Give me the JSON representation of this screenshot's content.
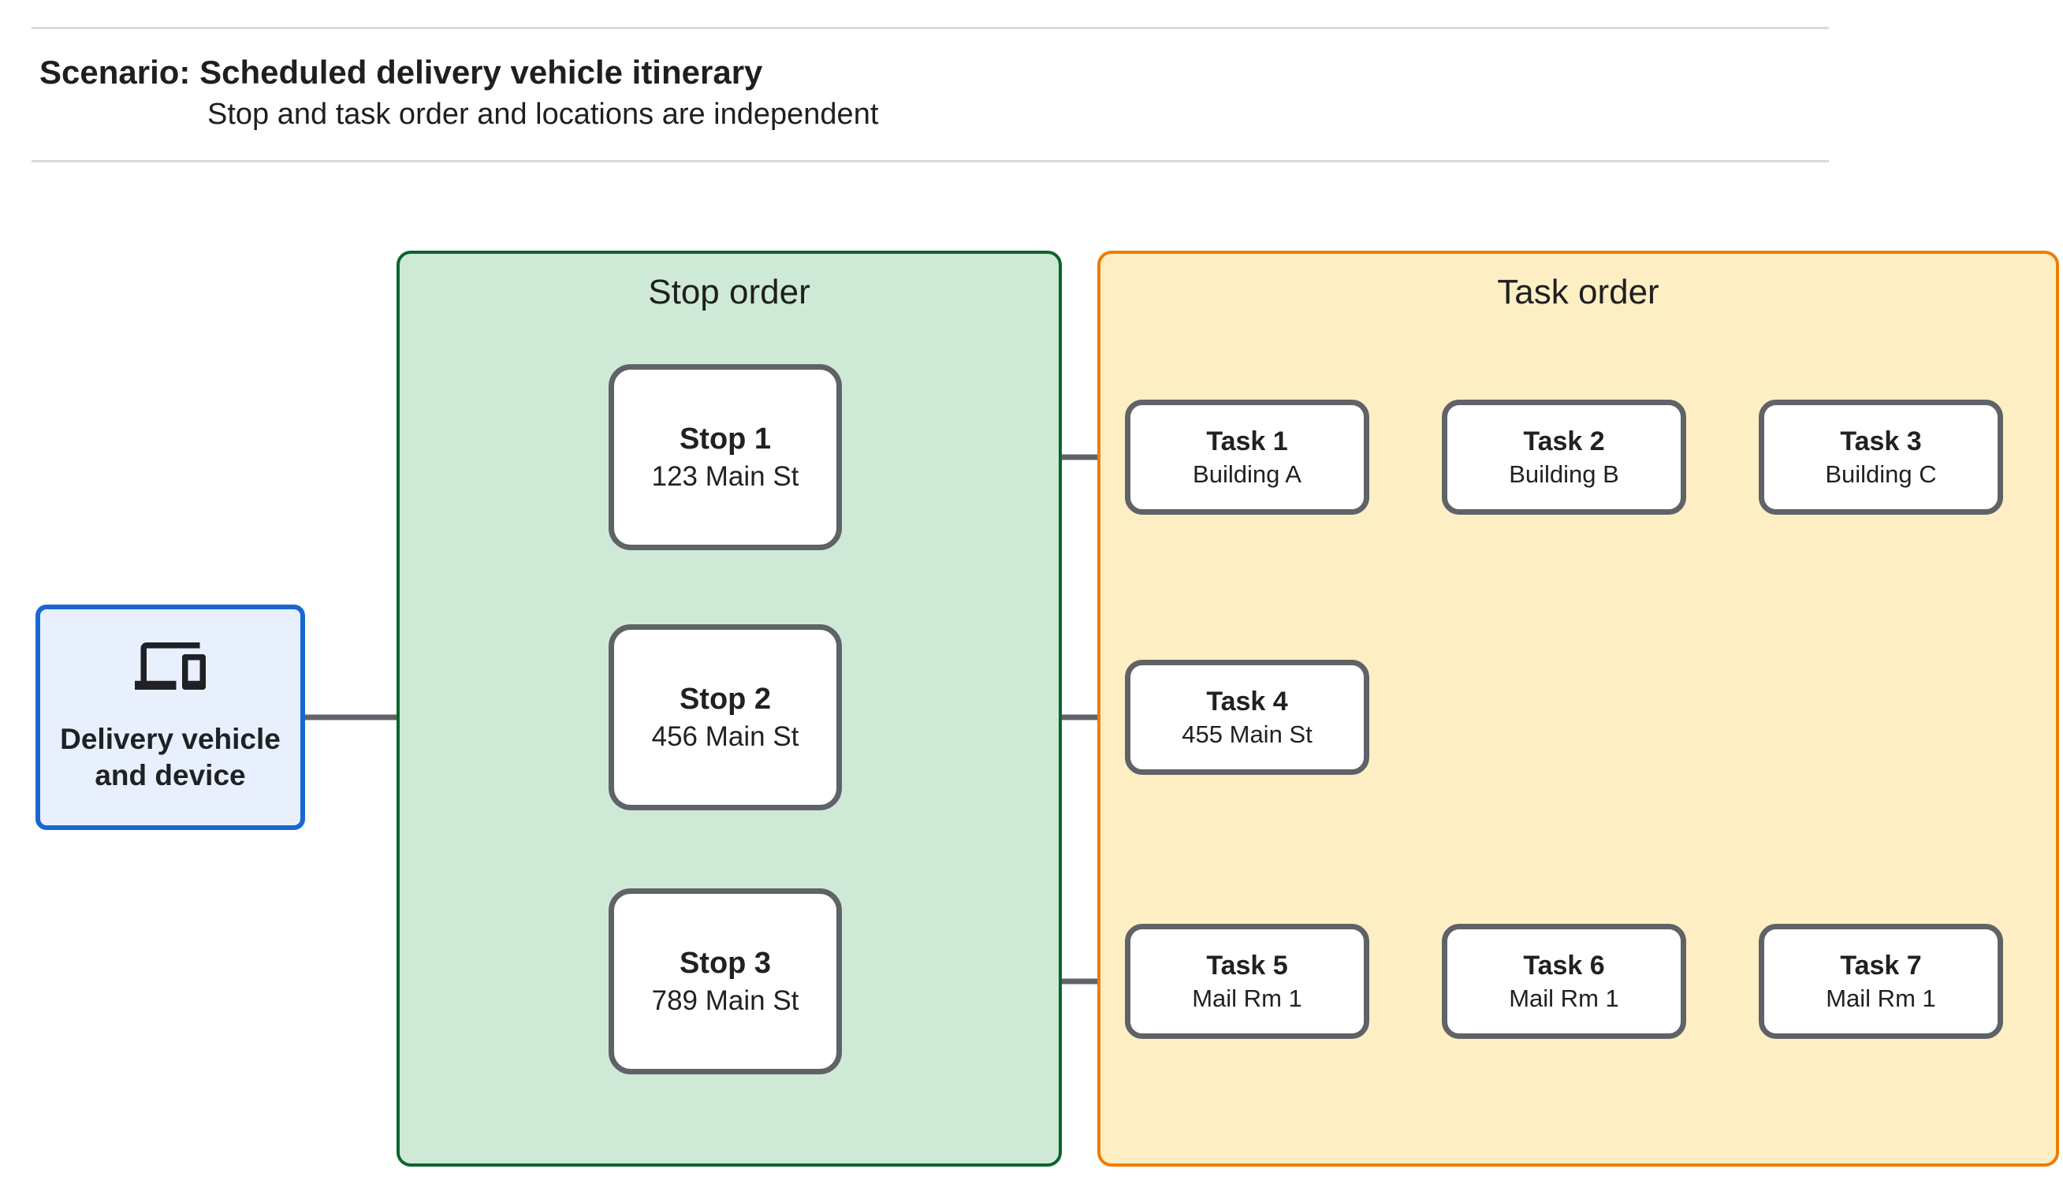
{
  "header": {
    "title": "Scenario: Scheduled delivery vehicle itinerary",
    "subtitle": "Stop and task order and locations are independent"
  },
  "vehicle": {
    "label": "Delivery vehicle and device",
    "icon": "devices-icon"
  },
  "stop_panel": {
    "title": "Stop order",
    "stops": [
      {
        "name": "Stop 1",
        "location": "123 Main St"
      },
      {
        "name": "Stop 2",
        "location": "456 Main St"
      },
      {
        "name": "Stop 3",
        "location": "789 Main St"
      }
    ]
  },
  "task_panel": {
    "title": "Task order",
    "tasks": [
      {
        "name": "Task 1",
        "location": "Building A"
      },
      {
        "name": "Task 2",
        "location": "Building B"
      },
      {
        "name": "Task 3",
        "location": "Building C"
      },
      {
        "name": "Task 4",
        "location": "455 Main St"
      },
      {
        "name": "Task 5",
        "location": "Mail Rm 1"
      },
      {
        "name": "Task 6",
        "location": "Mail Rm 1"
      },
      {
        "name": "Task 7",
        "location": "Mail Rm 1"
      }
    ]
  },
  "colors": {
    "stop_panel_fill": "#ceead6",
    "stop_panel_border": "#0d652d",
    "task_panel_fill": "#fdefc3",
    "task_panel_border": "#ee7d00",
    "vehicle_fill": "#e8f0fe",
    "vehicle_border": "#1967d2",
    "node_border": "#5f6368",
    "connector": "#5f6368",
    "rule": "#d9d9d9",
    "text": "#1f1f1f"
  }
}
